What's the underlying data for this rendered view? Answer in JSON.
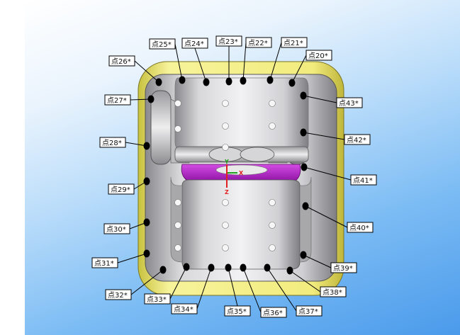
{
  "points": [
    {
      "id": "p20",
      "label": "点20*"
    },
    {
      "id": "p21",
      "label": "点21*"
    },
    {
      "id": "p22",
      "label": "点22*"
    },
    {
      "id": "p23",
      "label": "点23*"
    },
    {
      "id": "p24",
      "label": "点24*"
    },
    {
      "id": "p25",
      "label": "点25*"
    },
    {
      "id": "p26",
      "label": "点26*"
    },
    {
      "id": "p27",
      "label": "点27*"
    },
    {
      "id": "p28",
      "label": "点28*"
    },
    {
      "id": "p29",
      "label": "点29*"
    },
    {
      "id": "p30",
      "label": "点30*"
    },
    {
      "id": "p31",
      "label": "点31*"
    },
    {
      "id": "p32",
      "label": "点32*"
    },
    {
      "id": "p33",
      "label": "点33*"
    },
    {
      "id": "p34",
      "label": "点34*"
    },
    {
      "id": "p35",
      "label": "点35*"
    },
    {
      "id": "p36",
      "label": "点36*"
    },
    {
      "id": "p37",
      "label": "点37*"
    },
    {
      "id": "p38",
      "label": "点38*"
    },
    {
      "id": "p39",
      "label": "点39*"
    },
    {
      "id": "p40",
      "label": "点40*"
    },
    {
      "id": "p41",
      "label": "点41*"
    },
    {
      "id": "p42",
      "label": "点42*"
    },
    {
      "id": "p43",
      "label": "点43*"
    }
  ],
  "axes": {
    "x": "X",
    "y": "Y",
    "z": "Z"
  },
  "colors": {
    "background_top": "#ffffff",
    "background_bottom": "#4a9aeb",
    "yellow_rim": "#f4f08a",
    "metal": "#c9c9cc",
    "magenta": "#b41ec8",
    "point": "#000000",
    "leader": "#000000",
    "axis_x": "#e02020",
    "axis_y": "#20a020",
    "axis_z": "#e02020"
  }
}
